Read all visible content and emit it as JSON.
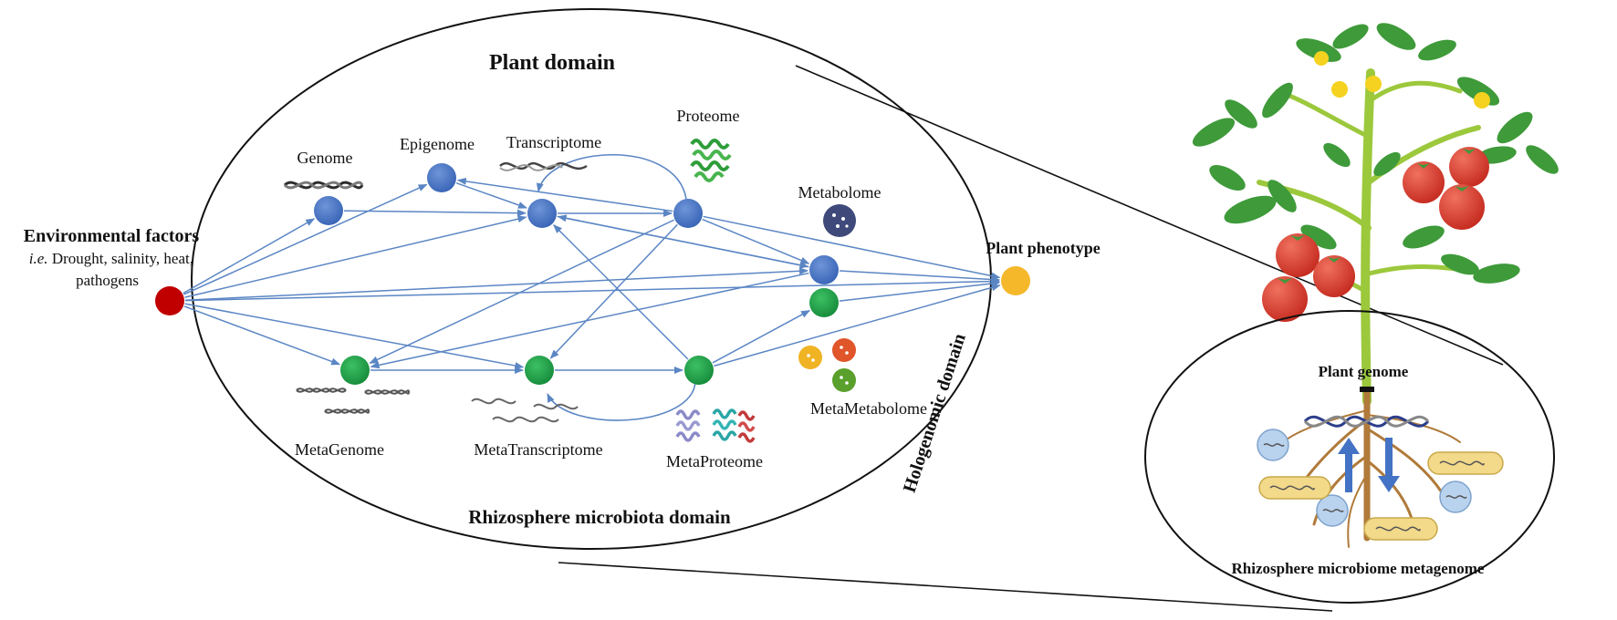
{
  "domains": {
    "plant": "Plant domain",
    "microbiota": "Rhizosphere microbiota domain",
    "hologenomic": "Hologenomic domain"
  },
  "env": {
    "title": "Environmental factors",
    "ie": "i.e.",
    "line1_rest": " Drought, salinity, heat,",
    "line2": "pathogens"
  },
  "nodes": {
    "genome": "Genome",
    "epigenome": "Epigenome",
    "transcriptome": "Transcriptome",
    "proteome": "Proteome",
    "metabolome": "Metabolome",
    "metagenome": "MetaGenome",
    "metatranscriptome": "MetaTranscriptome",
    "metaproteome": "MetaProteome",
    "metametabolome": "MetaMetabolome",
    "phenotype": "Plant phenotype"
  },
  "plant_panel": {
    "genome_label": "Plant genome",
    "metagenome_label": "Rhizosphere microbiome metagenome"
  },
  "colors": {
    "blue_node": "#4472c4",
    "green_node": "#1fa64a",
    "env_node": "#c00000",
    "phenotype_node": "#f5b82a",
    "arrow": "#5b86c4",
    "tomato": "#d93a2b",
    "stem": "#9cc83c",
    "leaf": "#3f9a3a",
    "root": "#b07a3a",
    "microbe_blue": "#b9d2ee",
    "microbe_yellow": "#f3d98a"
  }
}
